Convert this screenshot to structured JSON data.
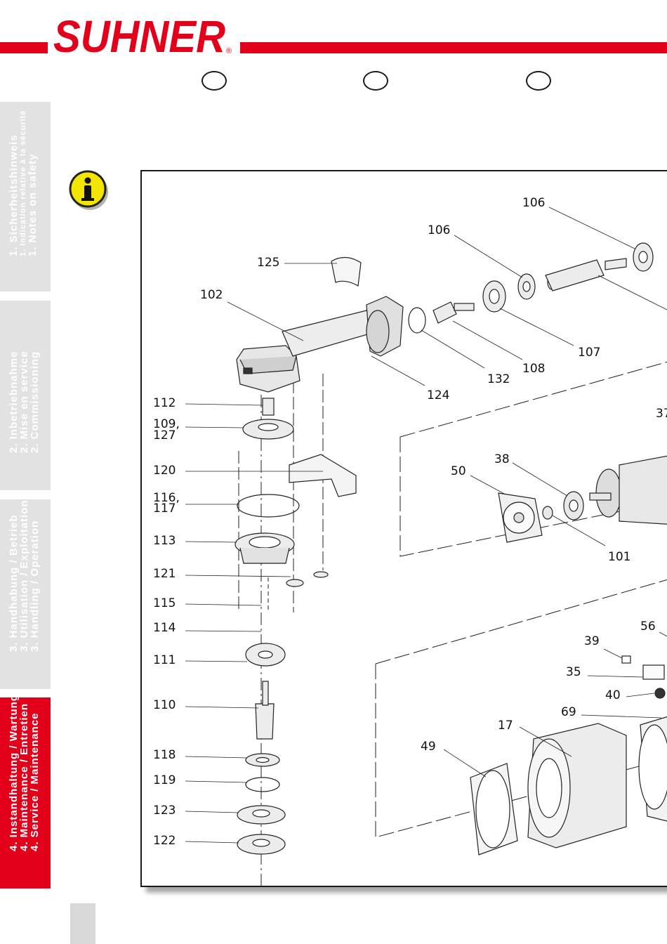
{
  "brand": {
    "name": "SUHNER",
    "registered": "®",
    "color": "#e3001b"
  },
  "tabs": [
    {
      "lines": [
        "1. Sicherheitshinweis",
        "1. Indication relative à la sécurité",
        "1. Notes on safety"
      ],
      "active": false
    },
    {
      "lines": [
        "2. Inbetriebnahme",
        "2. Mise en service",
        "2. Commissioning"
      ],
      "active": false
    },
    {
      "lines": [
        "3. Handhabung / Betrieb",
        "3. Utilisation / Exploitation",
        "3. Handling / Operation"
      ],
      "active": false
    },
    {
      "lines": [
        "4. Instandhaltung / Wartung",
        "4. Maintenance / Entretien",
        "4. Service / Maintenance"
      ],
      "active": true
    }
  ],
  "info_icon": "info-icon",
  "diagram": {
    "callouts": {
      "c106a": "106",
      "c106b": "106",
      "c125": "125",
      "c102": "102",
      "c107": "107",
      "c108": "108",
      "c132": "132",
      "c124": "124",
      "c37": "37",
      "c112": "112",
      "c109": "109,",
      "c127": "127",
      "c120": "120",
      "c116": "116,",
      "c117": "117",
      "c113": "113",
      "c121": "121",
      "c115": "115",
      "c114": "114",
      "c111": "111",
      "c110": "110",
      "c118": "118",
      "c119": "119",
      "c123": "123",
      "c122": "122",
      "c50": "50",
      "c38": "38",
      "c101": "101",
      "c56": "56",
      "c39": "39",
      "c35": "35",
      "c40": "40",
      "c69": "69",
      "c17": "17",
      "c49": "49"
    }
  }
}
